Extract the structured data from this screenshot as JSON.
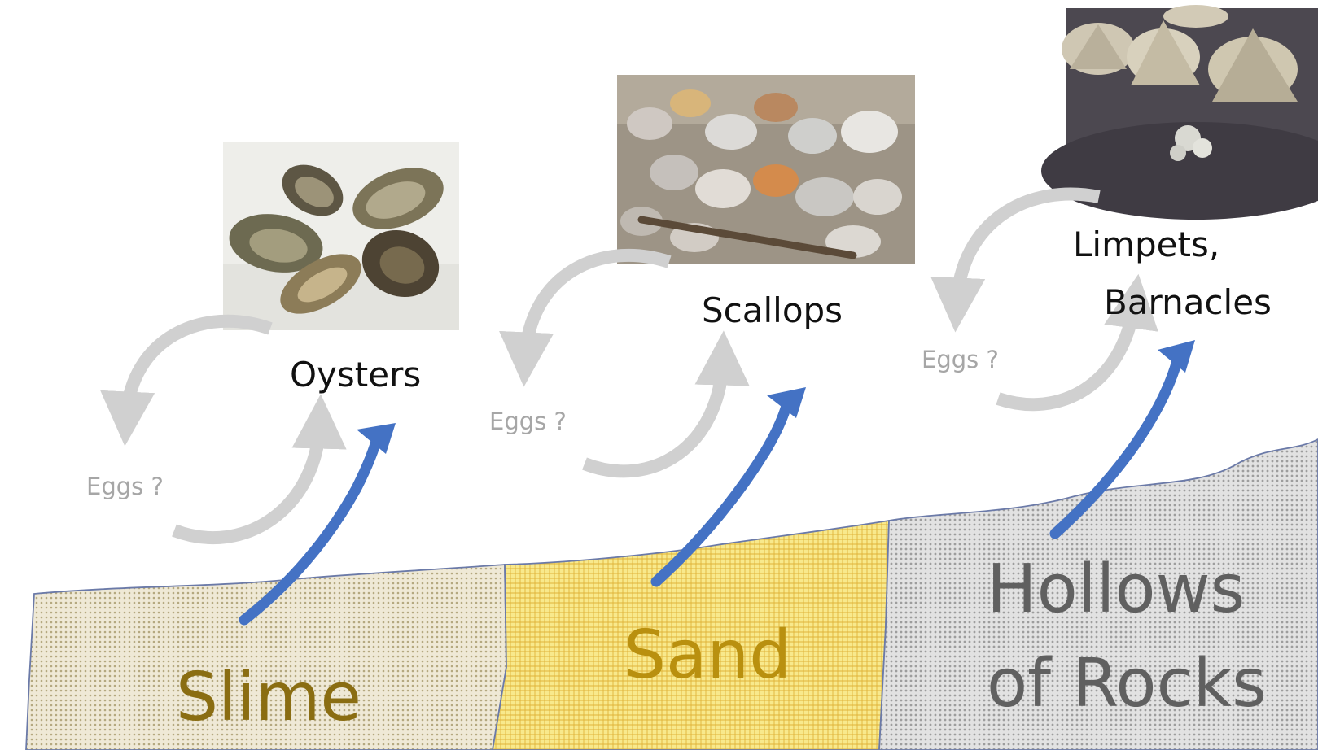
{
  "colors": {
    "slime_text": "#8a6d12",
    "sand_text": "#b9900f",
    "rocks_text": "#606060",
    "arrow_blue": "#4472c4",
    "cycle_gray": "#c8c8c8",
    "eggs_text": "#a6a6a6",
    "slime_fill": "#e8e2cc",
    "sand_fill": "#f6e58a",
    "rocks_fill": "#d6d6d6"
  },
  "zones": {
    "slime": "Slime",
    "sand": "Sand",
    "rocks_line1": "Hollows",
    "rocks_line2": "of Rocks"
  },
  "organisms": {
    "oysters": "Oysters",
    "scallops": "Scallops",
    "limpets_line1": "Limpets,",
    "limpets_line2": "Barnacles"
  },
  "eggs": {
    "oysters": "Eggs ?",
    "scallops": "Eggs ?",
    "limpets": "Eggs ?"
  },
  "photos": {
    "oysters": "oyster-shells-photo",
    "scallops": "scallop-shells-on-sand-photo",
    "limpets": "limpets-on-rock-photo"
  }
}
